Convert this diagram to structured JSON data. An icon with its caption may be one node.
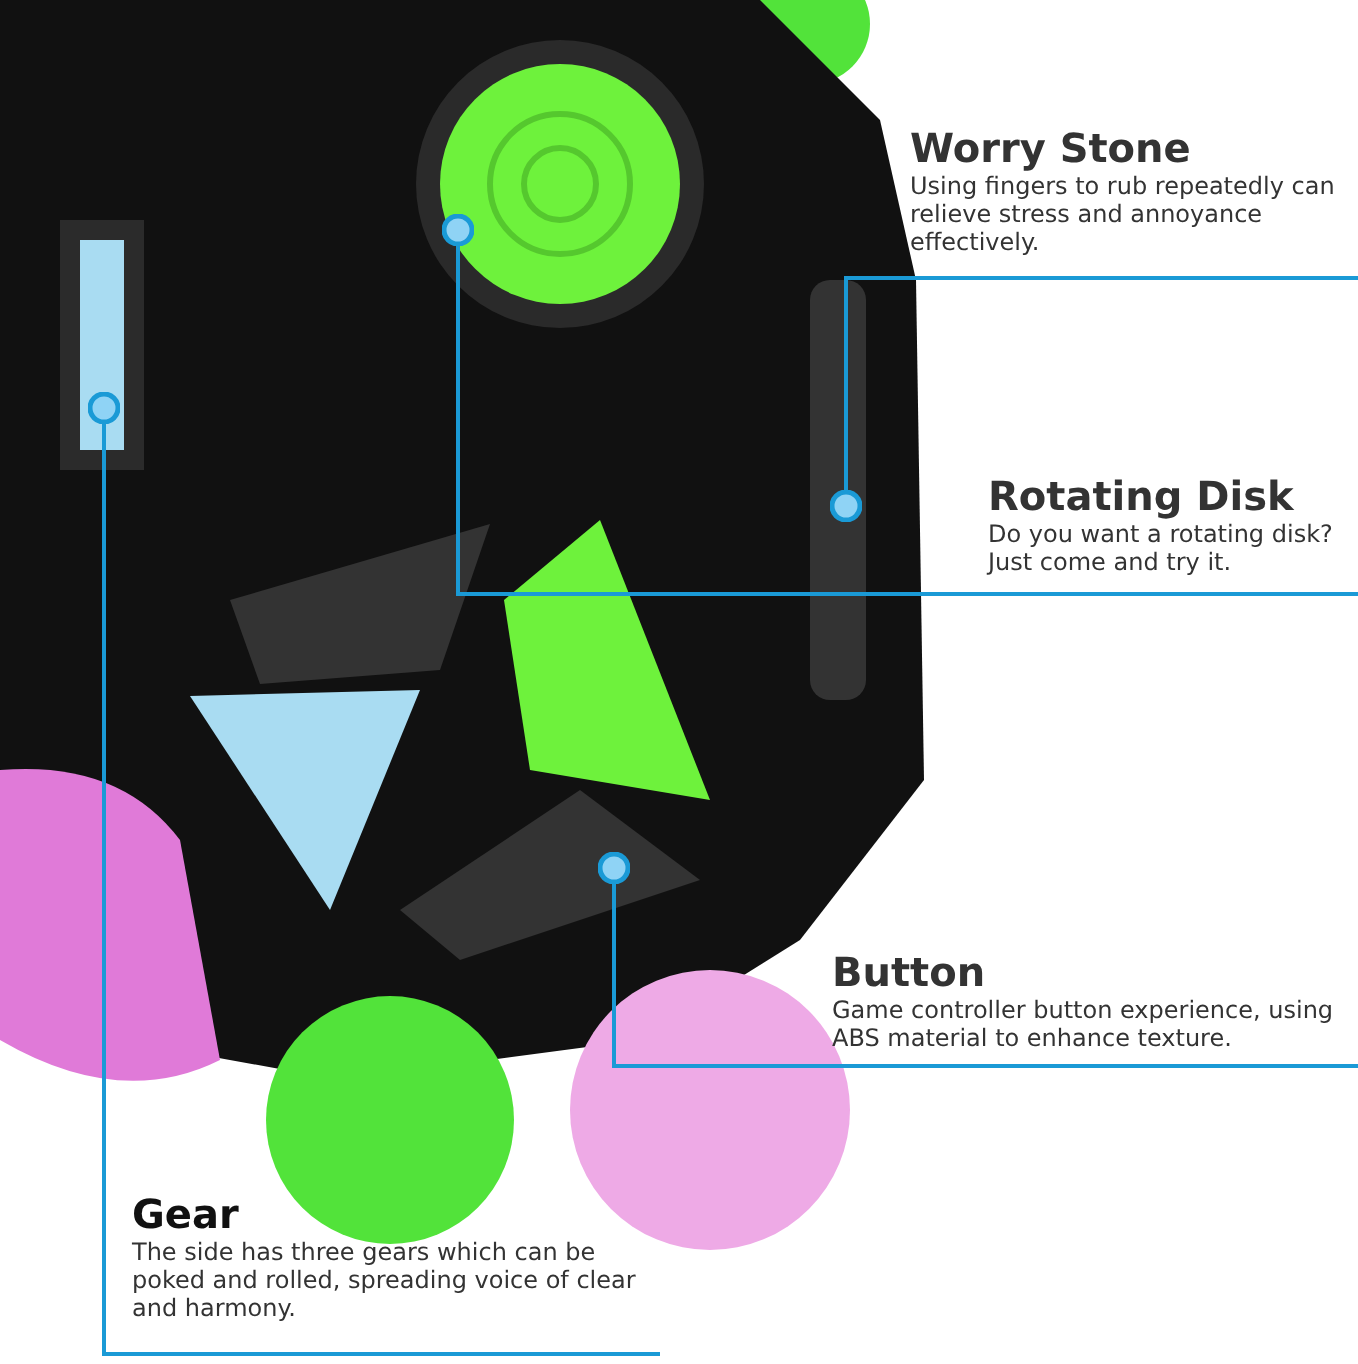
{
  "diagram": {
    "nodes": [
      {
        "text": [
          "Worry Stone",
          "Using fingers to rub repeatedly can relieve stress and annoyance effectively."
        ]
      },
      {
        "text": [
          "Rotating Disk",
          "Do you want a rotating disk? Just come and try it."
        ]
      },
      {
        "text": [
          "Button",
          "Game controller button experience, using ABS material to enhance texture."
        ]
      },
      {
        "text": [
          "Gear",
          "The side has three gears which can be poked and rolled, spreading voice of clear and harmony."
        ]
      }
    ],
    "edges": [
      {
        "from": 0,
        "to": null,
        "arrow": "other"
      },
      {
        "from": 1,
        "to": null,
        "arrow": "other"
      },
      {
        "from": 2,
        "to": null,
        "arrow": "other"
      },
      {
        "from": 3,
        "to": null,
        "arrow": "other"
      }
    ]
  }
}
